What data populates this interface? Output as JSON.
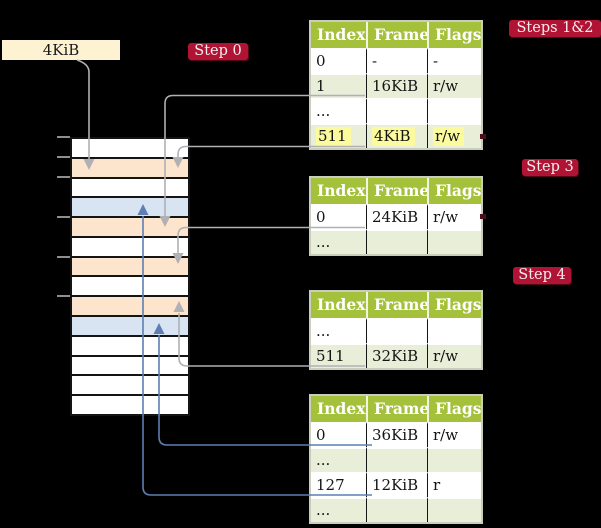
{
  "labels": {
    "frame_size": "4KiB"
  },
  "badges": {
    "step0": "Step 0",
    "steps12": "Steps 1&2",
    "step3": "Step 3",
    "step4": "Step 4"
  },
  "page_tables": [
    {
      "name": "page-table-steps-1-2",
      "columns": [
        "Index",
        "Frame",
        "Flags"
      ],
      "rows": [
        {
          "index": "0",
          "frame": "-",
          "flags": "-",
          "highlight": false
        },
        {
          "index": "1",
          "frame": "16KiB",
          "flags": "r/w",
          "highlight": false
        },
        {
          "index": "...",
          "frame": "",
          "flags": "",
          "highlight": false
        },
        {
          "index": "511",
          "frame": "4KiB",
          "flags": "r/w",
          "highlight": true
        }
      ]
    },
    {
      "name": "page-table-step-3",
      "columns": [
        "Index",
        "Frame",
        "Flags"
      ],
      "rows": [
        {
          "index": "0",
          "frame": "24KiB",
          "flags": "r/w",
          "highlight": false
        },
        {
          "index": "...",
          "frame": "",
          "flags": "",
          "highlight": false
        }
      ]
    },
    {
      "name": "page-table-step-4-upper",
      "columns": [
        "Index",
        "Frame",
        "Flags"
      ],
      "rows": [
        {
          "index": "...",
          "frame": "",
          "flags": "",
          "highlight": false
        },
        {
          "index": "511",
          "frame": "32KiB",
          "flags": "r/w",
          "highlight": false
        }
      ]
    },
    {
      "name": "page-table-step-4-lower",
      "columns": [
        "Index",
        "Frame",
        "Flags"
      ],
      "rows": [
        {
          "index": "0",
          "frame": "36KiB",
          "flags": "r/w",
          "highlight": false
        },
        {
          "index": "...",
          "frame": "",
          "flags": "",
          "highlight": false
        },
        {
          "index": "127",
          "frame": "12KiB",
          "flags": "r",
          "highlight": false
        },
        {
          "index": "...",
          "frame": "",
          "flags": "",
          "highlight": false
        }
      ]
    }
  ],
  "memory_strip": {
    "rows": [
      "white",
      "orange",
      "white",
      "blue",
      "orange",
      "white",
      "orange",
      "white",
      "orange",
      "blue",
      "white",
      "white",
      "white",
      "white"
    ],
    "tick_boundaries": [
      0,
      1,
      2,
      4,
      6,
      8
    ]
  },
  "colors": {
    "background": "#000000",
    "badge": "#b01334",
    "badge_text": "#f5eded",
    "table_header_bg": "#a5c13b",
    "table_header_text": "#ffffff",
    "table_row_alt_bg": "#e9eed8",
    "table_border": "#c9cdbb",
    "highlight": "#fbfa9e",
    "frame_label_bg": "#fdf3d3",
    "mem_orange": "#fce5cc",
    "mem_blue": "#d8e4f2",
    "mem_white": "#ffffff",
    "arrow_gray": "#b0b0b5",
    "arrow_blue": "#5d7fb2",
    "tick": "#8f8f8f",
    "red_dash": "#4a0e1c"
  }
}
